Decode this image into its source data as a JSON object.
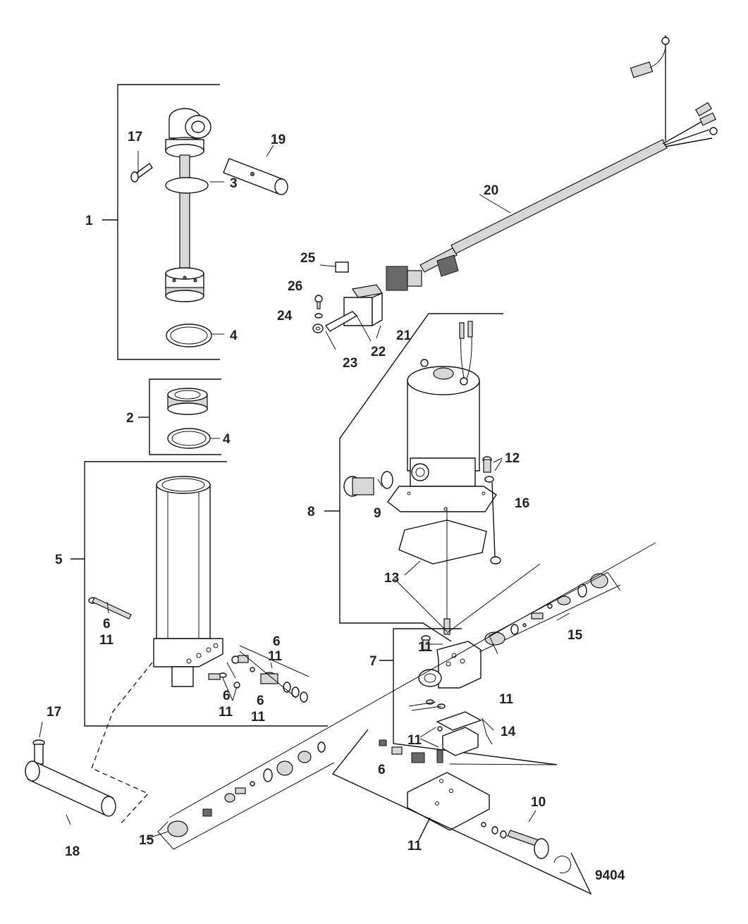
{
  "callouts": {
    "c1": "1",
    "c2": "2",
    "c3": "3",
    "c4a": "4",
    "c4b": "4",
    "c5": "5",
    "c6a": "6",
    "c11a": "11",
    "c6b": "6",
    "c11b": "11",
    "c6c": "6",
    "c11c": "11",
    "c6d": "6",
    "c11d": "11",
    "c7": "7",
    "c8": "8",
    "c9": "9",
    "c10": "10",
    "c11e": "11",
    "c11f": "11",
    "c11g": "11",
    "c11h": "11",
    "c12": "12",
    "c13": "13",
    "c14": "14",
    "c15a": "15",
    "c15b": "15",
    "c16": "16",
    "c17a": "17",
    "c17b": "17",
    "c18": "18",
    "c19": "19",
    "c20": "20",
    "c21": "21",
    "c22": "22",
    "c23": "23",
    "c24": "24",
    "c25": "25",
    "c26": "26",
    "c6e": "6"
  },
  "figure_id": "9404"
}
